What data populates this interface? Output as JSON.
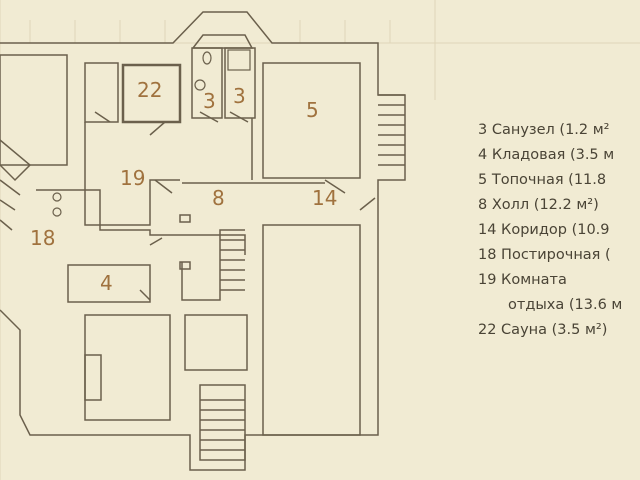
{
  "plan": {
    "room_numbers": [
      {
        "id": "22",
        "label": "22"
      },
      {
        "id": "3a",
        "label": "3"
      },
      {
        "id": "3b",
        "label": "3"
      },
      {
        "id": "5",
        "label": "5"
      },
      {
        "id": "19",
        "label": "19"
      },
      {
        "id": "8",
        "label": "8"
      },
      {
        "id": "14",
        "label": "14"
      },
      {
        "id": "18",
        "label": "18"
      },
      {
        "id": "4",
        "label": "4"
      }
    ]
  },
  "legend": {
    "items": [
      "3 Санузел (1.2 м²",
      "4 Кладовая (3.5 м",
      "5 Топочная (11.8",
      "8 Холл (12.2 м²)",
      "14 Коридор (10.9",
      "18 Постирочная (",
      "19 Комната",
      "отдыха (13.6 м",
      "22 Сауна (3.5 м²)"
    ]
  },
  "colors": {
    "background": "#f1ebd3",
    "wall": "#6b604c",
    "room_number": "#a0723e",
    "text": "#4a4436"
  }
}
